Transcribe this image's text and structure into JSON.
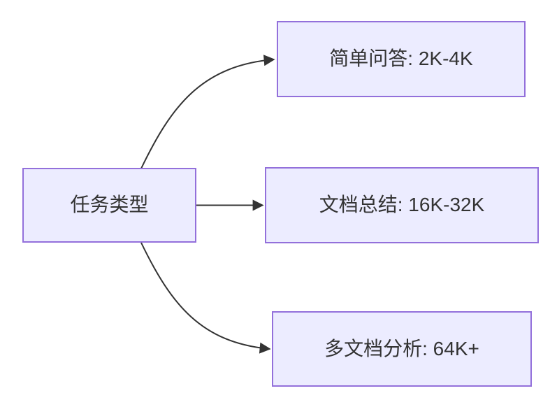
{
  "diagram": {
    "type": "flowchart",
    "direction": "left-to-right",
    "root": {
      "label": "任务类型"
    },
    "branches": [
      {
        "label": "简单问答: 2K-4K"
      },
      {
        "label": "文档总结: 16K-32K"
      },
      {
        "label": "多文档分析: 64K+"
      }
    ],
    "edges": [
      {
        "from": "任务类型",
        "to": "简单问答: 2K-4K",
        "arrow": "filled-triangle"
      },
      {
        "from": "任务类型",
        "to": "文档总结: 16K-32K",
        "arrow": "filled-triangle"
      },
      {
        "from": "任务类型",
        "to": "多文档分析: 64K+",
        "arrow": "filled-triangle"
      }
    ],
    "colors": {
      "node_fill": "#ECECFF",
      "node_border": "#9370DB",
      "edge_stroke": "#333333",
      "text": "#333333",
      "background": "#FFFFFF"
    }
  }
}
